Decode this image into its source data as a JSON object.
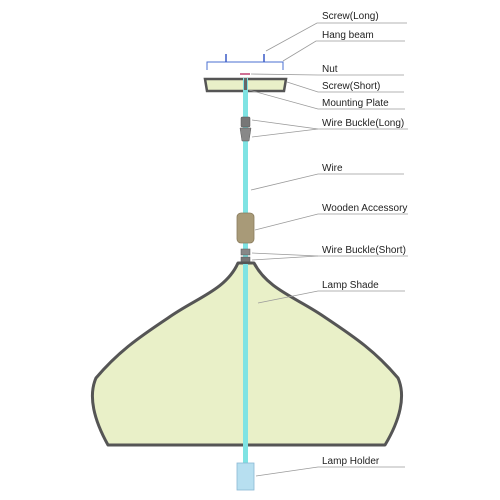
{
  "labels": {
    "screw_long": "Screw(Long)",
    "hang_beam": "Hang beam",
    "nut": "Nut",
    "screw_short": "Screw(Short)",
    "mounting_plate": "Mounting Plate",
    "wire_buckle_long": "Wire Buckle(Long)",
    "wire": "Wire",
    "wooden_accessory": "Wooden Accessory",
    "wire_buckle_short": "Wire Buckle(Short)",
    "lamp_shade": "Lamp Shade",
    "lamp_holder": "Lamp Holder"
  },
  "colors": {
    "wire": "#7fe3e3",
    "shade_fill": "#e9f0c8",
    "shade_outline": "#555555",
    "wood": "#a89a78",
    "plate": "#e9f0c8",
    "beam_marker": "#3b5bc7",
    "holder": "#b7dff0",
    "leader": "#9a9a9a"
  }
}
